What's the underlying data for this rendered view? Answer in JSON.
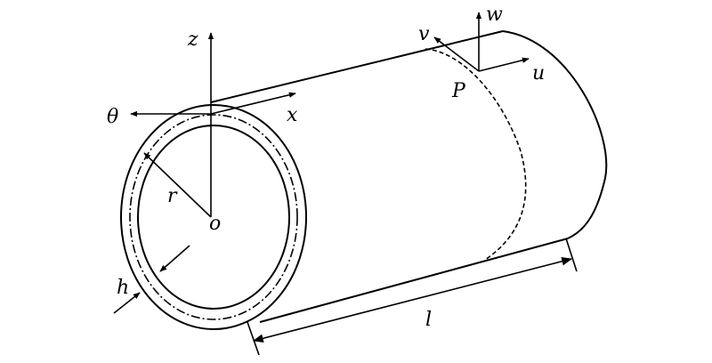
{
  "diagram": {
    "labels": {
      "z": "z",
      "theta": "θ",
      "x": "x",
      "r": "r",
      "o": "o",
      "h": "h",
      "l": "l",
      "P": "P",
      "u": "u",
      "v": "v",
      "w": "w"
    },
    "colors": {
      "line": "#000000",
      "background": "#ffffff"
    }
  }
}
